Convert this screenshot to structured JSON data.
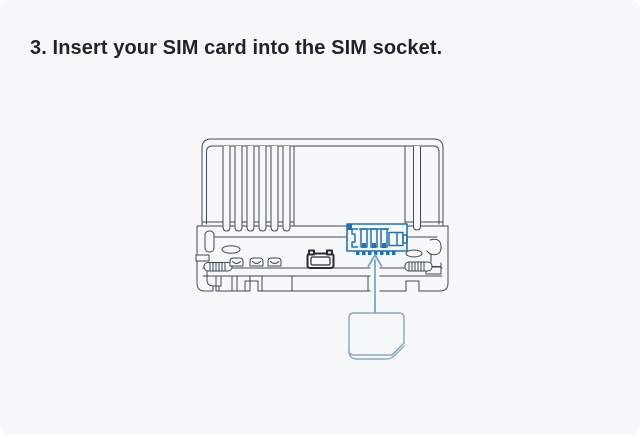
{
  "title": "3. Insert your SIM card into the SIM socket.",
  "colors": {
    "page-bg": "#ffffff",
    "card-bg": "#f7f8fa",
    "title-color": "#1f242c",
    "line-color": "#3f4a56",
    "dark-connector": "#262d35",
    "socket-blue": "#2173b4",
    "arrow-blue": "#78a5d2",
    "simcard-blue": "#8ba6c2"
  },
  "diagram": {
    "type": "instruction-illustration",
    "parts": [
      "device-enclosure-side-view",
      "heatsink-fins",
      "antenna-connectors",
      "usb-port",
      "mounting-screws",
      "sim-socket-highlighted",
      "insertion-arrow-up",
      "sim-card"
    ],
    "highlighted_part": "SIM socket",
    "action": "insert SIM card upward into socket"
  }
}
